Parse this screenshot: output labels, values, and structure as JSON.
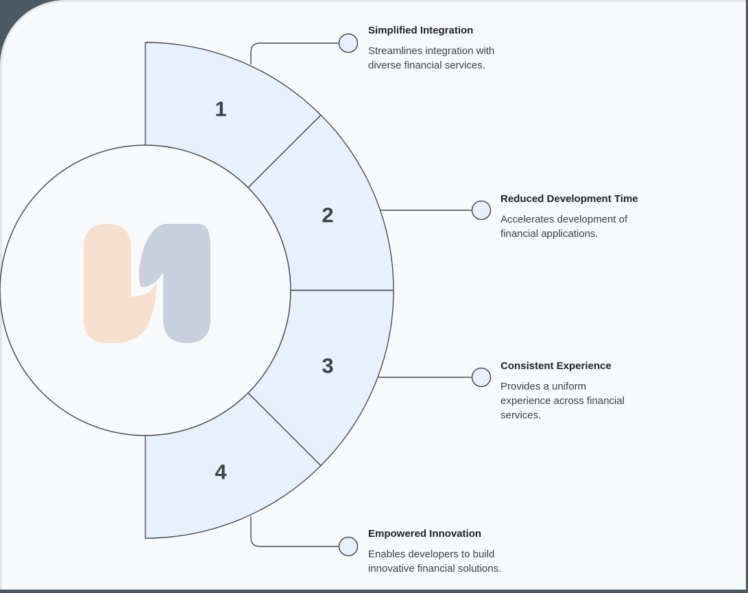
{
  "diagram": {
    "items": [
      {
        "number": "1",
        "title": "Simplified Integration",
        "description": "Streamlines integration with diverse financial services."
      },
      {
        "number": "2",
        "title": "Reduced Development Time",
        "description": "Accelerates development of financial applications."
      },
      {
        "number": "3",
        "title": "Consistent Experience",
        "description": "Provides a uniform experience across financial services."
      },
      {
        "number": "4",
        "title": "Empowered Innovation",
        "description": "Enables developers to build innovative financial solutions."
      }
    ],
    "colors": {
      "segment_fill": "#e8f0fe",
      "outline": "#474c51",
      "background": "#f8f9fa",
      "frame": "#4a5964",
      "card_edge": "#e3e5e8",
      "logo_peach": "#f6dfcd",
      "logo_blue": "#c7d0dc",
      "number_color": "#3c4348",
      "title_color": "#202124",
      "description_color": "#3c4043"
    }
  }
}
